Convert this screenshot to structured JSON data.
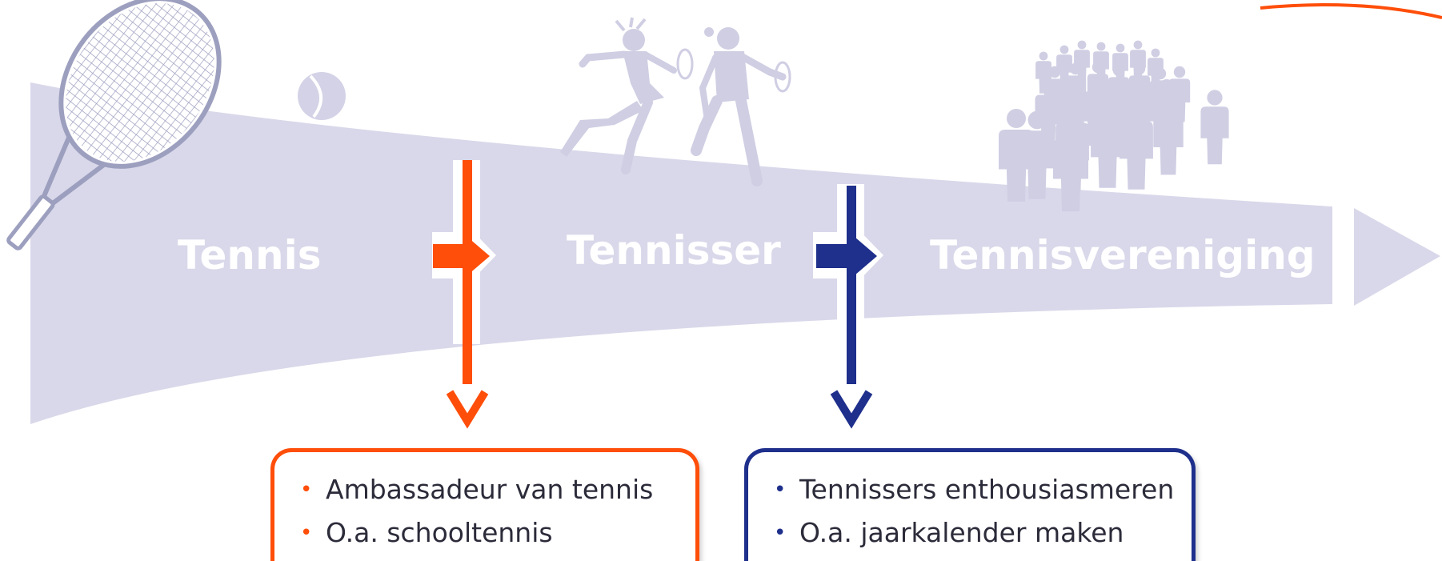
{
  "stages": [
    {
      "label": "Tennis"
    },
    {
      "label": "Tennisser"
    },
    {
      "label": "Tennisvereniging"
    }
  ],
  "boxes": [
    {
      "items": [
        "Ambassadeur van tennis",
        "O.a. schooltennis"
      ]
    },
    {
      "items": [
        "Tennissers enthousiasmeren",
        "O.a. jaarkalender maken"
      ]
    }
  ],
  "colors": {
    "band": "#d9d8ea",
    "silhouette": "#cfcee3",
    "orange": "#ff4e0a",
    "navy": "#1e2f8c",
    "racket": "#9d9fbf"
  },
  "icons": [
    "tennis-racket-icon",
    "tennis-ball-icon",
    "tennis-players-icon",
    "crowd-icon"
  ]
}
